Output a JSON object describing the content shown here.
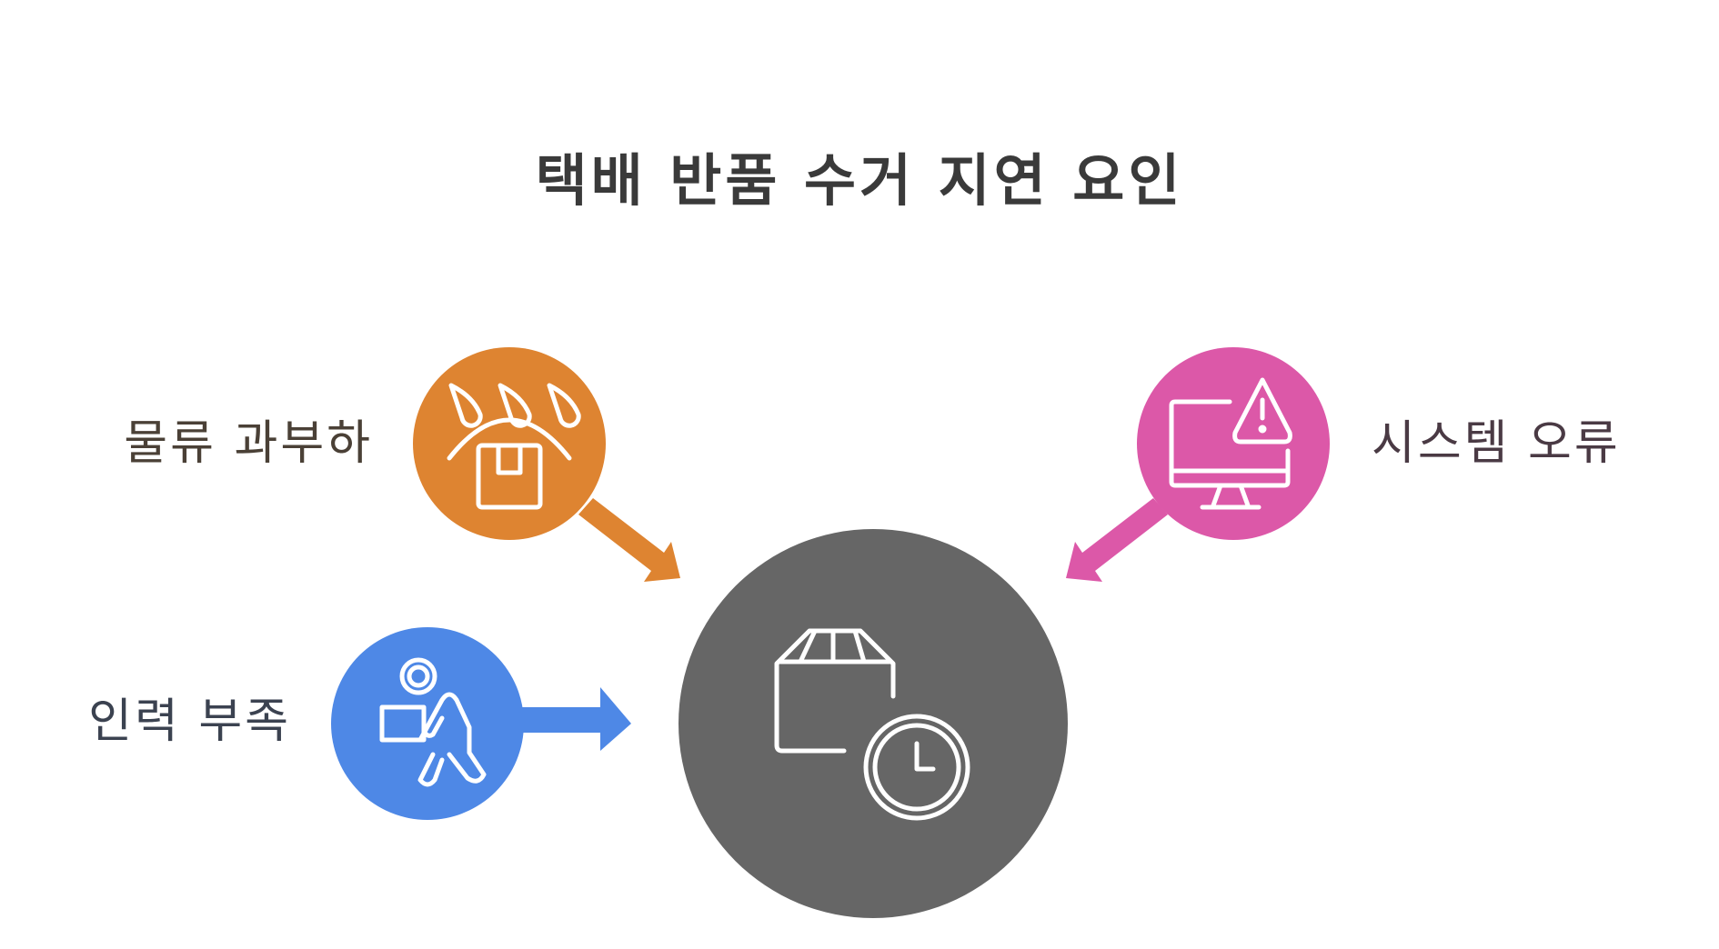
{
  "title": "택배 반품 수거 지연 요인",
  "center": {
    "icon": "package-clock-icon",
    "color": "#666666"
  },
  "factors": [
    {
      "label": "물류 과부하",
      "icon": "overloaded-box-icon",
      "color": "#DE8431",
      "text_color": "#4A4036"
    },
    {
      "label": "인력 부족",
      "icon": "worker-carrying-box-icon",
      "color": "#4E88E6",
      "text_color": "#3B4250"
    },
    {
      "label": "시스템 오류",
      "icon": "monitor-warning-icon",
      "color": "#DC58A8",
      "text_color": "#4A3A44"
    }
  ]
}
